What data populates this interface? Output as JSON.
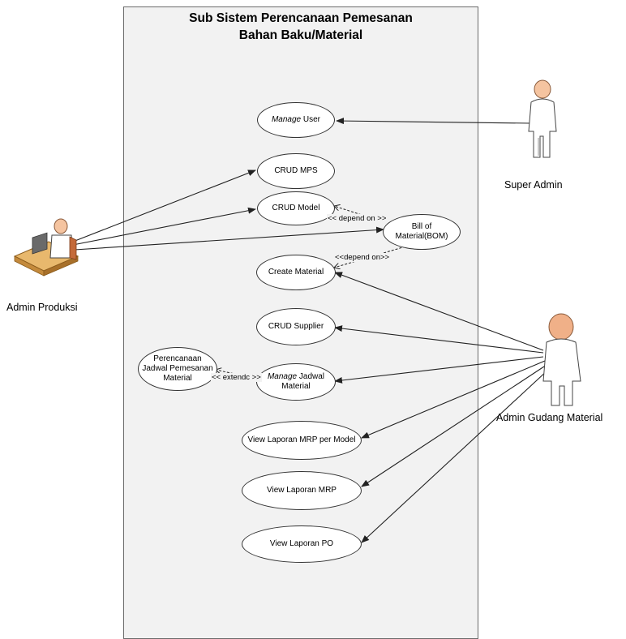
{
  "title": {
    "line1": "Sub Sistem Perencanaan Pemesanan",
    "line2": "Bahan Baku/Material"
  },
  "actors": {
    "super_admin": "Super Admin",
    "admin_produksi": "Admin Produksi",
    "admin_gudang": "Admin Gudang Material"
  },
  "usecases": {
    "manage_user": {
      "em": "Manage",
      "rest": " User"
    },
    "crud_mps": "CRUD MPS",
    "crud_model": "CRUD Model",
    "bom": "Bill of Material(BOM)",
    "create_material": "Create Material",
    "crud_supplier": "CRUD Supplier",
    "perencanaan_jadwal": "Perencanaan Jadwal Pemesanan Material",
    "manage_jadwal": {
      "em": "Manage",
      "rest": " Jadwal Material"
    },
    "view_mrp_model": "View Laporan MRP per Model",
    "view_mrp": "View Laporan MRP",
    "view_po": "View Laporan PO"
  },
  "relations": {
    "depend_on_1": "<< depend on >>",
    "depend_on_2": "<<depend on>>",
    "extend": "<< extendc >>"
  },
  "colors": {
    "system_fill": "#f2f2f2",
    "actor_skin": "#f5c4a0",
    "desk": "#e8b86d"
  }
}
